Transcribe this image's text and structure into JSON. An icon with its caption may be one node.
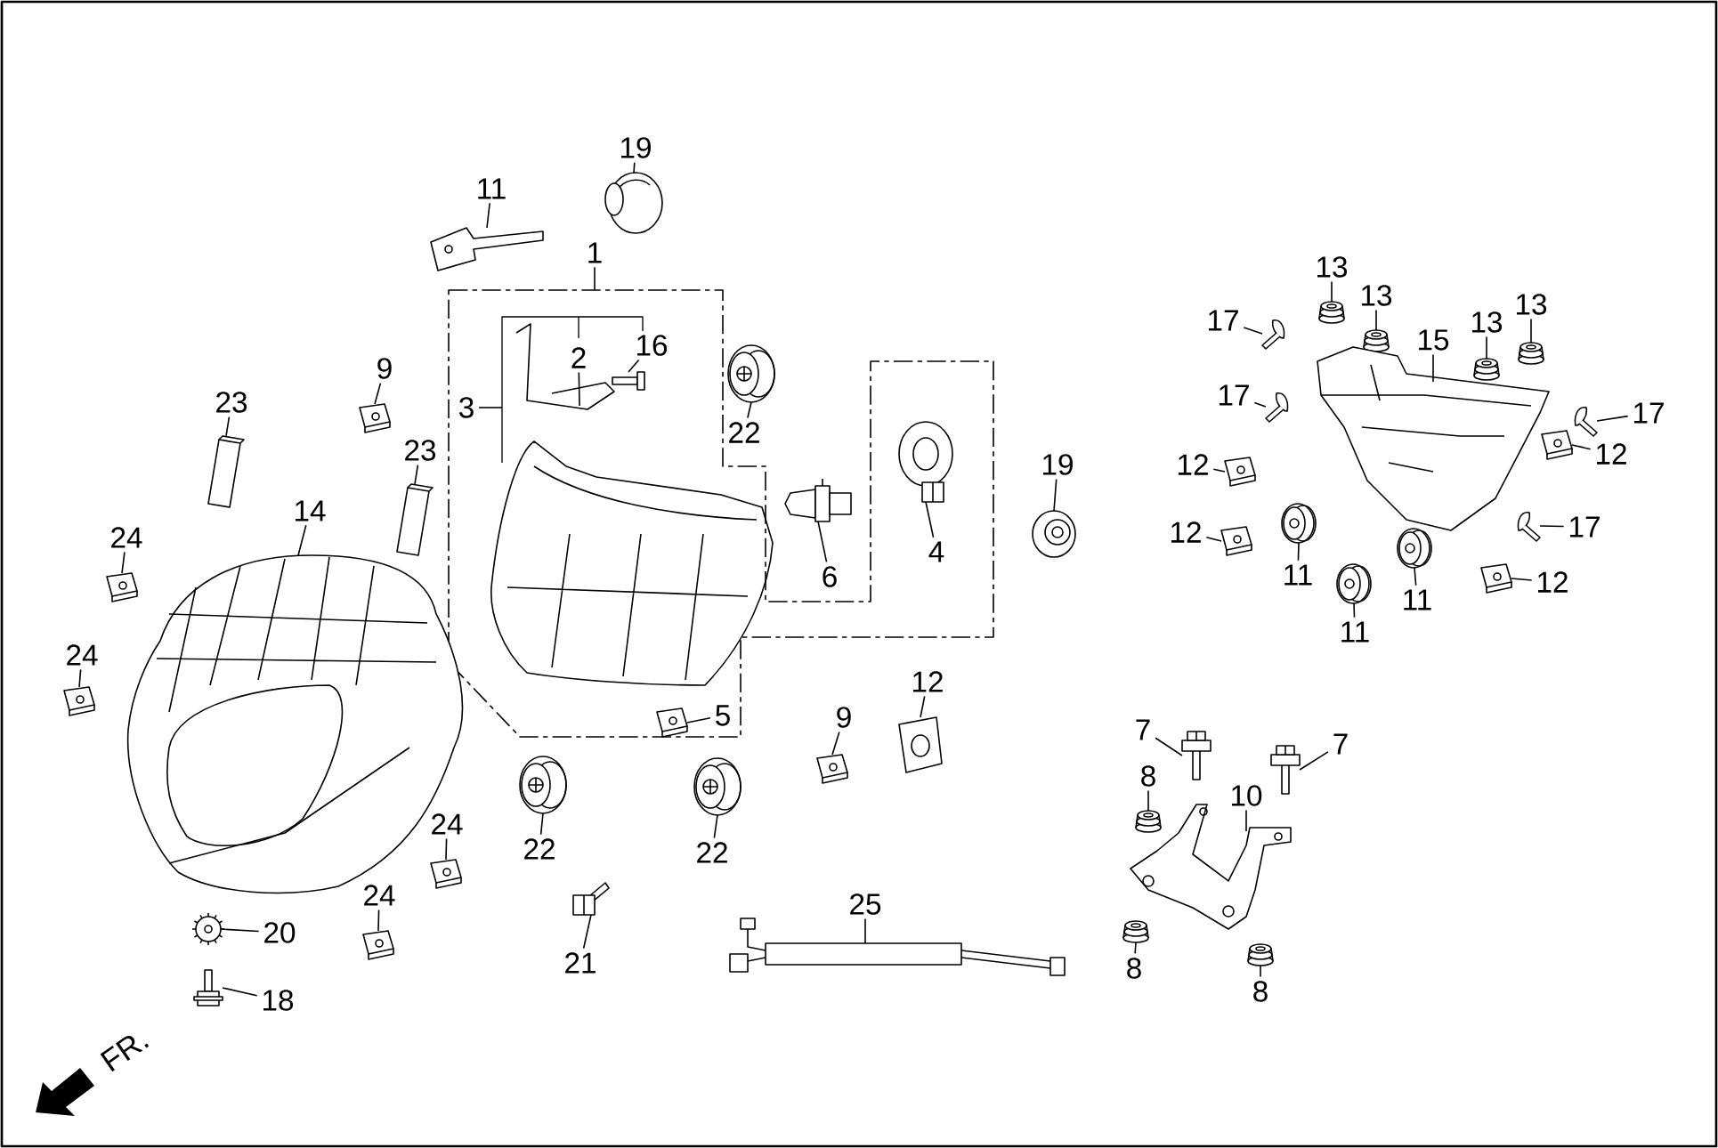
{
  "diagram": {
    "nodes": [
      {
        "text": [
          "19"
        ]
      },
      {
        "text": [
          "11"
        ]
      },
      {
        "text": [
          "1"
        ]
      },
      {
        "text": [
          "13"
        ]
      },
      {
        "text": [
          "13"
        ]
      },
      {
        "text": [
          "13"
        ]
      },
      {
        "text": [
          "13"
        ]
      },
      {
        "text": [
          "17"
        ]
      },
      {
        "text": [
          "15"
        ]
      },
      {
        "text": [
          "16"
        ],
        "in": 51
      },
      {
        "text": [
          "2"
        ],
        "in": 58
      },
      {
        "text": [
          "9"
        ]
      },
      {
        "text": [
          "23"
        ]
      },
      {
        "text": [
          "17"
        ]
      },
      {
        "text": [
          "3"
        ],
        "in": 51
      },
      {
        "text": [
          "17"
        ]
      },
      {
        "text": [
          "22"
        ]
      },
      {
        "text": [
          "23"
        ]
      },
      {
        "text": [
          "12"
        ]
      },
      {
        "text": [
          "19"
        ]
      },
      {
        "text": [
          "12"
        ]
      },
      {
        "text": [
          "14"
        ]
      },
      {
        "text": [
          "17"
        ]
      },
      {
        "text": [
          "12"
        ]
      },
      {
        "text": [
          "24"
        ]
      },
      {
        "text": [
          "4"
        ],
        "in": 51
      },
      {
        "text": [
          "11"
        ]
      },
      {
        "text": [
          "6"
        ],
        "in": 51
      },
      {
        "text": [
          "12"
        ]
      },
      {
        "text": [
          "11"
        ]
      },
      {
        "text": [
          "11"
        ]
      },
      {
        "text": [
          "24"
        ]
      },
      {
        "text": [
          "12"
        ]
      },
      {
        "text": [
          "5"
        ],
        "in": 51
      },
      {
        "text": [
          "9"
        ]
      },
      {
        "text": [
          "7"
        ]
      },
      {
        "text": [
          "7"
        ]
      },
      {
        "text": [
          "8"
        ]
      },
      {
        "text": [
          "10"
        ]
      },
      {
        "text": [
          "24"
        ]
      },
      {
        "text": [
          "22"
        ]
      },
      {
        "text": [
          "22"
        ]
      },
      {
        "text": [
          "24"
        ]
      },
      {
        "text": [
          "25"
        ]
      },
      {
        "text": [
          "20"
        ]
      },
      {
        "text": [
          "21"
        ]
      },
      {
        "text": [
          "8"
        ]
      },
      {
        "text": [
          "8"
        ]
      },
      {
        "text": [
          "18"
        ]
      },
      {
        "text": [],
        "shape": "picture"
      },
      {
        "text": [],
        "shape": "picture"
      },
      {
        "text": [],
        "shape": "box"
      },
      {
        "text": [],
        "shape": "picture"
      },
      {
        "text": [],
        "shape": "picture"
      },
      {
        "text": [],
        "shape": "picture"
      },
      {
        "text": [],
        "shape": "picture"
      },
      {
        "text": [],
        "shape": "picture"
      },
      {
        "text": [],
        "shape": "bracket",
        "in": 51
      },
      {
        "text": [],
        "shape": "picture",
        "in": 57
      },
      {
        "text": [],
        "shape": "picture",
        "in": 57
      },
      {
        "text": [],
        "shape": "picture"
      },
      {
        "text": [],
        "shape": "picture"
      },
      {
        "text": [],
        "shape": "picture"
      },
      {
        "text": [],
        "shape": "picture"
      },
      {
        "text": [],
        "shape": "picture"
      },
      {
        "text": [],
        "shape": "picture"
      },
      {
        "text": [],
        "shape": "picture",
        "in": 51
      },
      {
        "text": [],
        "shape": "picture"
      },
      {
        "text": [],
        "shape": "picture"
      },
      {
        "text": [],
        "shape": "picture",
        "in": 51
      },
      {
        "text": [],
        "shape": "picture"
      },
      {
        "text": [],
        "shape": "picture"
      },
      {
        "text": [],
        "shape": "picture"
      },
      {
        "text": [],
        "shape": "picture"
      },
      {
        "text": [],
        "shape": "picture"
      },
      {
        "text": [],
        "shape": "picture"
      },
      {
        "text": [],
        "shape": "picture"
      },
      {
        "text": [],
        "shape": "picture"
      },
      {
        "text": [],
        "shape": "picture"
      },
      {
        "text": [],
        "shape": "picture"
      },
      {
        "text": [],
        "shape": "picture"
      },
      {
        "text": [],
        "shape": "picture",
        "in": 51
      },
      {
        "text": [],
        "shape": "picture"
      },
      {
        "text": [],
        "shape": "picture"
      },
      {
        "text": [],
        "shape": "picture"
      },
      {
        "text": [],
        "shape": "picture"
      },
      {
        "text": [],
        "shape": "picture"
      },
      {
        "text": [],
        "shape": "picture"
      },
      {
        "text": [],
        "shape": "picture"
      },
      {
        "text": [],
        "shape": "picture"
      },
      {
        "text": [],
        "shape": "picture"
      },
      {
        "text": [],
        "shape": "picture"
      },
      {
        "text": [],
        "shape": "picture"
      },
      {
        "text": [],
        "shape": "picture"
      },
      {
        "text": [],
        "shape": "picture"
      },
      {
        "text": [],
        "shape": "picture"
      },
      {
        "text": [],
        "shape": "picture"
      },
      {
        "text": [],
        "shape": "picture"
      }
    ],
    "edges": [
      {
        "from": 0,
        "to": 49,
        "arrow": "none"
      },
      {
        "from": 1,
        "to": 50,
        "arrow": "none"
      },
      {
        "from": 2,
        "to": 51,
        "arrow": "none"
      },
      {
        "from": 3,
        "to": 52,
        "arrow": "none"
      },
      {
        "from": 4,
        "to": 53,
        "arrow": "none"
      },
      {
        "from": 5,
        "to": 55,
        "arrow": "none"
      },
      {
        "from": 6,
        "to": 56,
        "arrow": "none"
      },
      {
        "from": 7,
        "to": 54,
        "arrow": "none"
      },
      {
        "from": 8,
        "to": 62,
        "arrow": "none"
      },
      {
        "from": 9,
        "to": 59,
        "arrow": "none"
      },
      {
        "from": 10,
        "to": 58,
        "arrow": "none"
      },
      {
        "from": 11,
        "to": 61,
        "arrow": "none"
      },
      {
        "from": 12,
        "to": 67,
        "arrow": "none"
      },
      {
        "from": 13,
        "to": 63,
        "arrow": "none"
      },
      {
        "from": 14,
        "to": 57,
        "arrow": "none"
      },
      {
        "from": 15,
        "to": 64,
        "arrow": "none"
      },
      {
        "from": 16,
        "to": 60,
        "arrow": "none"
      },
      {
        "from": 17,
        "to": 70,
        "arrow": "none"
      },
      {
        "from": 18,
        "to": 65,
        "arrow": "none"
      },
      {
        "from": 19,
        "to": 71,
        "arrow": "none"
      },
      {
        "from": 20,
        "to": 68,
        "arrow": "none"
      },
      {
        "from": 21,
        "to": 76,
        "arrow": "none"
      },
      {
        "from": 22,
        "to": 73,
        "arrow": "none"
      },
      {
        "from": 23,
        "to": 74,
        "arrow": "none"
      },
      {
        "from": 24,
        "to": 77,
        "arrow": "none"
      },
      {
        "from": 25,
        "to": 66,
        "arrow": "none"
      },
      {
        "from": 26,
        "to": 72,
        "arrow": "none"
      },
      {
        "from": 27,
        "to": 69,
        "arrow": "none"
      },
      {
        "from": 28,
        "to": 78,
        "arrow": "none"
      },
      {
        "from": 29,
        "to": 75,
        "arrow": "none"
      },
      {
        "from": 30,
        "to": 79,
        "arrow": "none"
      },
      {
        "from": 31,
        "to": 80,
        "arrow": "none"
      },
      {
        "from": 32,
        "to": 82,
        "arrow": "none"
      },
      {
        "from": 33,
        "to": 81,
        "arrow": "none"
      },
      {
        "from": 34,
        "to": 85,
        "arrow": "none"
      },
      {
        "from": 35,
        "to": 83,
        "arrow": "none"
      },
      {
        "from": 36,
        "to": 84,
        "arrow": "none"
      },
      {
        "from": 37,
        "to": 88,
        "arrow": "none"
      },
      {
        "from": 38,
        "to": 89,
        "arrow": "none"
      },
      {
        "from": 39,
        "to": 90,
        "arrow": "none"
      },
      {
        "from": 40,
        "to": 86,
        "arrow": "none"
      },
      {
        "from": 41,
        "to": 87,
        "arrow": "none"
      },
      {
        "from": 42,
        "to": 94,
        "arrow": "none"
      },
      {
        "from": 43,
        "to": 95,
        "arrow": "none"
      },
      {
        "from": 44,
        "to": 92,
        "arrow": "none"
      },
      {
        "from": 45,
        "to": 91,
        "arrow": "none"
      },
      {
        "from": 46,
        "to": 93,
        "arrow": "none"
      },
      {
        "from": 47,
        "to": 96,
        "arrow": "none"
      },
      {
        "from": 48,
        "to": 97,
        "arrow": "none"
      }
    ],
    "labels": [
      "FR."
    ]
  }
}
